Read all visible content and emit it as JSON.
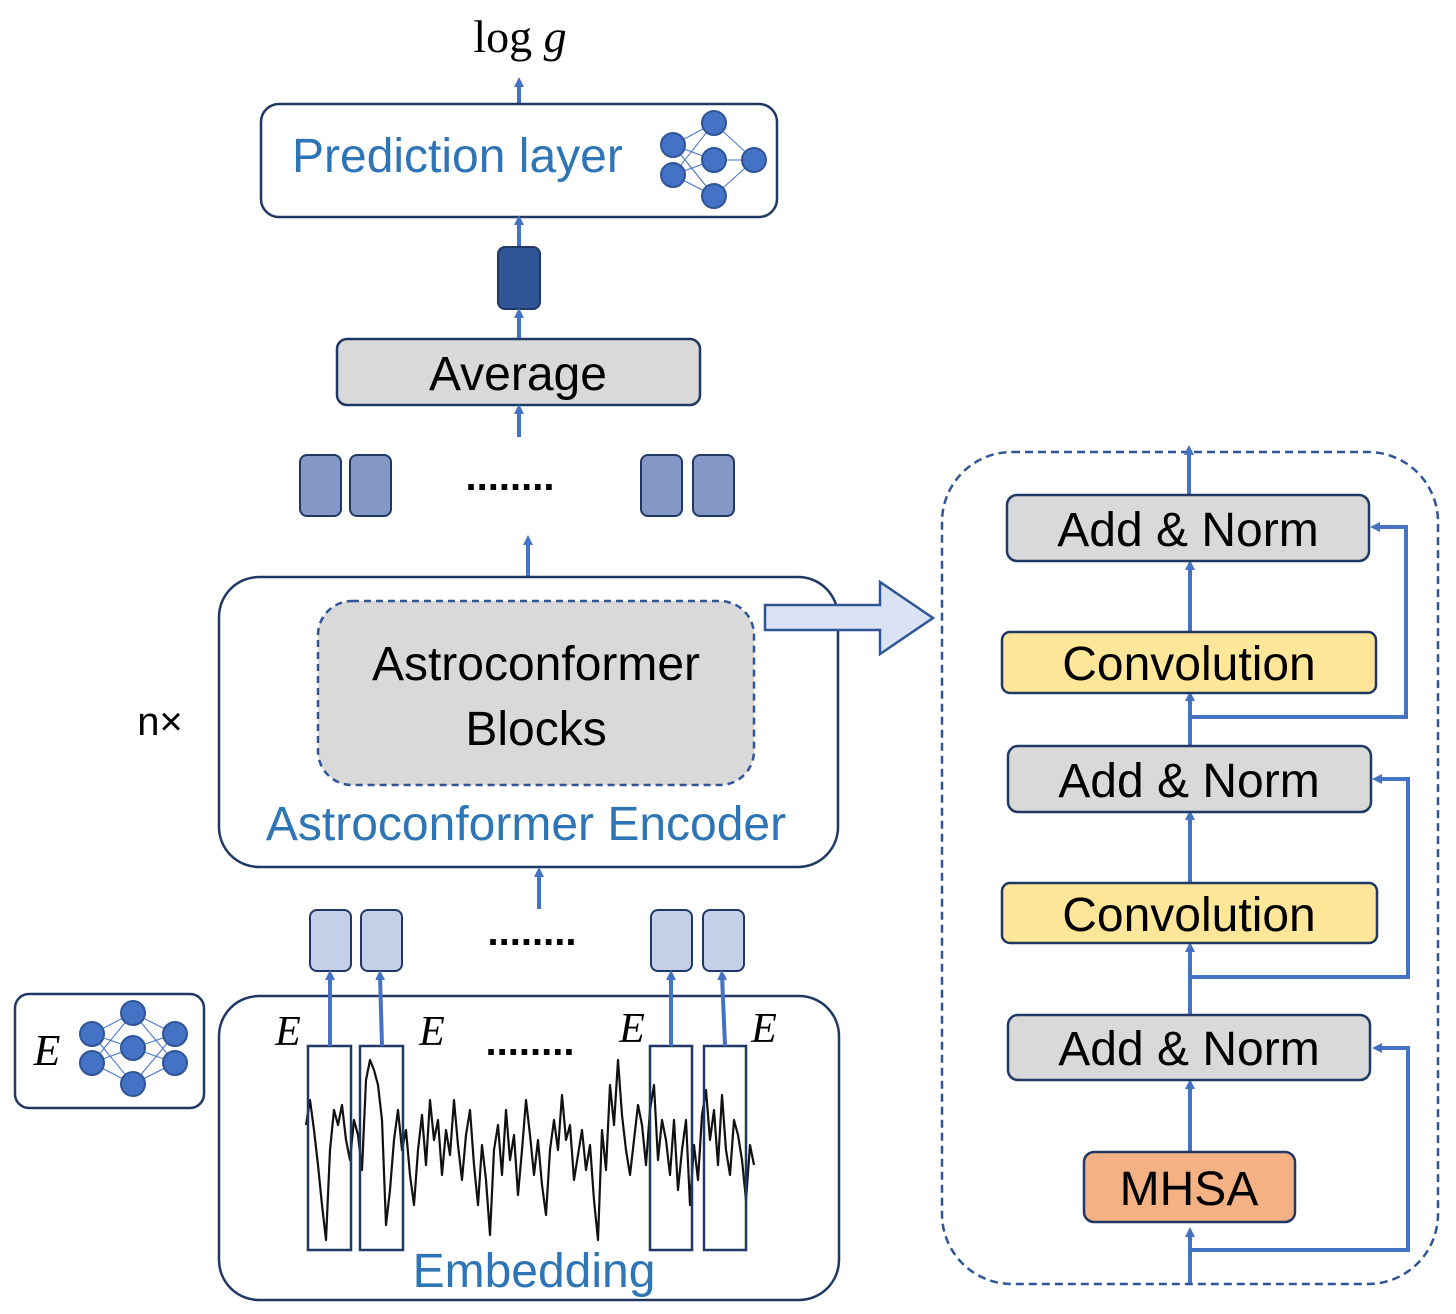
{
  "output_label": {
    "base": "log",
    "var": "g"
  },
  "prediction_layer": {
    "label": "Prediction layer"
  },
  "average": {
    "label": "Average"
  },
  "ellipsis": "........",
  "encoder": {
    "title": "Astroconformer Encoder",
    "blocks_line1": "Astroconformer",
    "blocks_line2": "Blocks",
    "repeat": "n×"
  },
  "embedding": {
    "label": "Embedding",
    "token_symbol": "E",
    "legend_symbol": "E"
  },
  "block_detail": {
    "add_norm": "Add & Norm",
    "convolution": "Convolution",
    "mhsa": "MHSA"
  },
  "colors": {
    "accent_blue": "#4472c4",
    "text_blue": "#2e75b6",
    "dark_token": "#2f5597",
    "mid_token": "#8497c6",
    "light_token": "#c5cfe8",
    "gray_box": "#d9d9d9",
    "conv_yellow": "#ffe699",
    "mhsa_orange": "#f4b183",
    "border_navy": "#1f3864",
    "nn_node": "#4472c4"
  }
}
